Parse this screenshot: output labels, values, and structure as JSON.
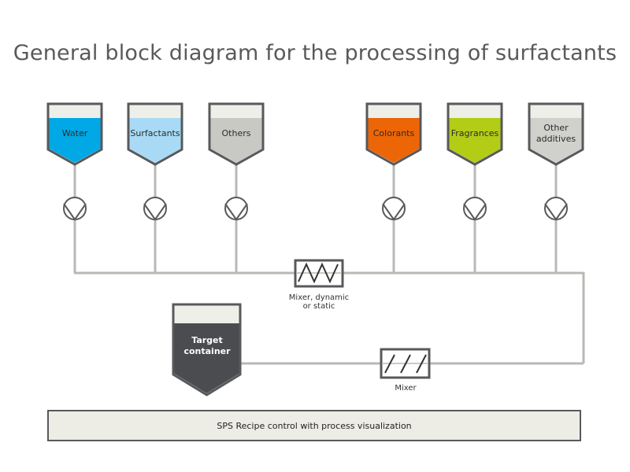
{
  "title": "General block diagram for the processing of surfactants",
  "tanks": [
    {
      "label": "Water",
      "color": "#00a9e6"
    },
    {
      "label": "Surfactants",
      "color": "#a8daf5"
    },
    {
      "label": "Others",
      "color": "#c8c8c4"
    },
    {
      "label": "Colorants",
      "color": "#ec6607"
    },
    {
      "label": "Fragrances",
      "color": "#b3cc15"
    },
    {
      "label": "Other additives",
      "color": "#d0d0cc"
    }
  ],
  "mixer1_label": "Mixer, dynamic\nor static",
  "mixer2_label": "Mixer",
  "target_label": "Target container",
  "control_label": "SPS Recipe control with process visualization",
  "colors": {
    "outline": "#58595b",
    "pipe": "#b8b8b4",
    "tank_top": "#efefe9",
    "target_fill": "#4a4c4f"
  }
}
